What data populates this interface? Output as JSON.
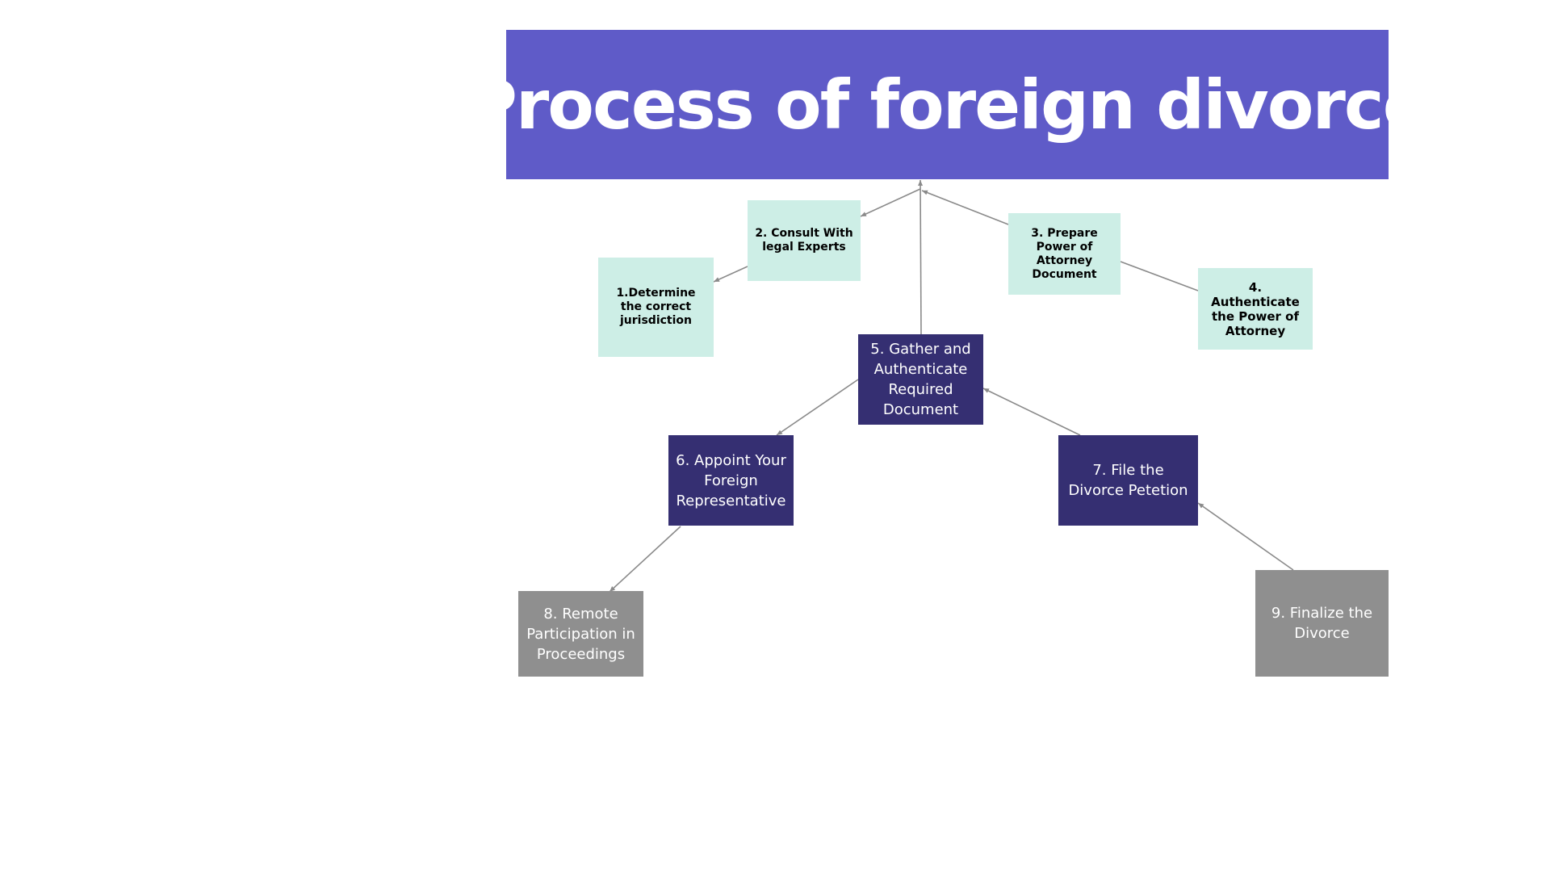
{
  "colors": {
    "title_bg": "#5f5bc8",
    "light_node": "#cdeee6",
    "dark_node": "#352f72",
    "grey_node": "#8f8f8f",
    "connector": "#8a8a8a"
  },
  "title": "Process of foreign divorce",
  "nodes": [
    {
      "id": "n1",
      "label": "1.Determine the correct jurisdiction",
      "style": "light"
    },
    {
      "id": "n2",
      "label": "2. Consult With legal Experts",
      "style": "light"
    },
    {
      "id": "n3",
      "label": "3. Prepare Power of Attorney Document",
      "style": "light"
    },
    {
      "id": "n4",
      "label": "4. Authenticate the Power of Attorney",
      "style": "light"
    },
    {
      "id": "n5",
      "label": "5. Gather and Authenticate Required Document",
      "style": "dark"
    },
    {
      "id": "n6",
      "label": "6. Appoint Your Foreign Representative",
      "style": "dark"
    },
    {
      "id": "n7",
      "label": "7. File the Divorce Petetion",
      "style": "dark"
    },
    {
      "id": "n8",
      "label": "8. Remote Participation in Proceedings",
      "style": "grey"
    },
    {
      "id": "n9",
      "label": "9. Finalize the Divorce",
      "style": "grey"
    }
  ],
  "edges": [
    {
      "from": "title",
      "to": "n2"
    },
    {
      "from": "n2",
      "to": "n1"
    },
    {
      "from": "n3",
      "to": "title"
    },
    {
      "from": "n4",
      "to": "n3"
    },
    {
      "from": "n5",
      "to": "title"
    },
    {
      "from": "n5",
      "to": "n6"
    },
    {
      "from": "n7",
      "to": "n5"
    },
    {
      "from": "n6",
      "to": "n8"
    },
    {
      "from": "n9",
      "to": "n7"
    }
  ]
}
